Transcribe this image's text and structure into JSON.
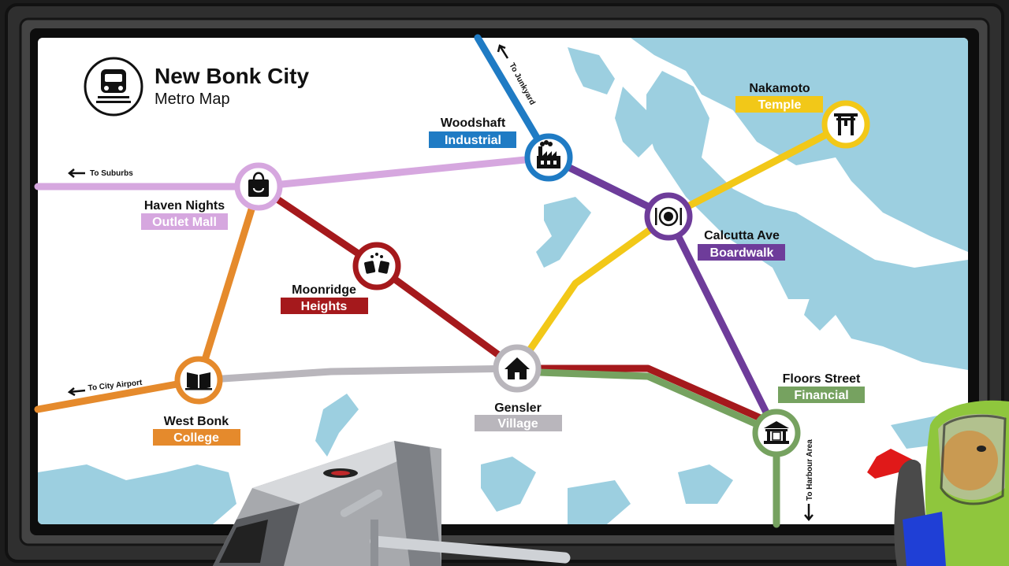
{
  "map": {
    "title": "New Bonk City",
    "subtitle": "Metro Map"
  },
  "directions": {
    "suburbs": "To Suburbs",
    "airport": "To City Airport",
    "junkyard": "To Junkyard",
    "harbour": "To Harbour Area"
  },
  "stations": {
    "haven": {
      "name": "Haven Nights",
      "tag": "Outlet Mall",
      "icon": "shopping-bag-icon",
      "color": "#d6a7df"
    },
    "woodshaft": {
      "name": "Woodshaft",
      "tag": "Industrial",
      "icon": "factory-icon",
      "color": "#1f7bc4"
    },
    "nakamoto": {
      "name": "Nakamoto",
      "tag": "Temple",
      "icon": "torii-gate-icon",
      "color": "#f2c818"
    },
    "calcutta": {
      "name": "Calcutta Ave",
      "tag": "Boardwalk",
      "icon": "plate-cutlery-icon",
      "color": "#6e3c9a"
    },
    "moonridge": {
      "name": "Moonridge",
      "tag": "Heights",
      "icon": "beer-mugs-icon",
      "color": "#a5191c"
    },
    "westbonk": {
      "name": "West Bonk",
      "tag": "College",
      "icon": "open-book-icon",
      "color": "#e58a2c"
    },
    "gensler": {
      "name": "Gensler",
      "tag": "Village",
      "icon": "house-icon",
      "color": "#b9b6bc"
    },
    "floors": {
      "name": "Floors Street",
      "tag": "Financial",
      "icon": "bank-icon",
      "color": "#76a260"
    }
  },
  "colors": {
    "water": "#9ccfe0",
    "frame": "#1e1e1e",
    "pink_line": "#d6a7df",
    "blue_line": "#1f7bc4",
    "purple_line": "#6e3c9a",
    "yellow_line": "#f2c818",
    "red_line": "#a5191c",
    "orange_line": "#e58a2c",
    "gray_line": "#b9b6bc",
    "green_line": "#76a260"
  }
}
